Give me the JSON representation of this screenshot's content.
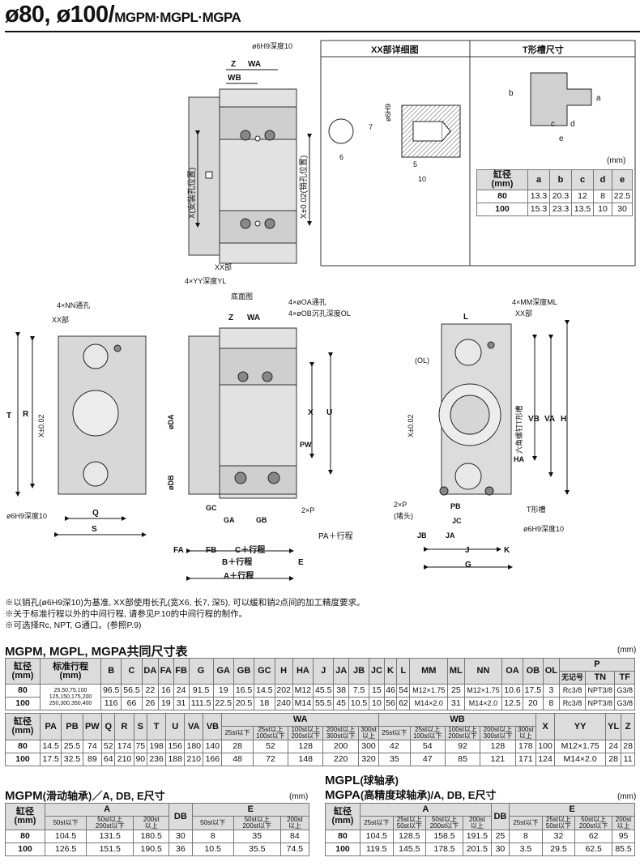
{
  "title": {
    "main": "ø80, ø100/",
    "sub": "MGPM·MGPL·MGPA"
  },
  "drawing": {
    "top_view": {
      "dim_z": "Z",
      "dim_wa": "WA",
      "dim_wb": "WB",
      "pin_hole": "ø6H9深度10",
      "x_mount": "X(安装孔位置)",
      "x_pin": "X±0.02(销孔位置)",
      "xx": "XX部",
      "yy": "4×YY深度YL",
      "caption": "底面图"
    },
    "detail": {
      "title": "XX部详细图",
      "d6h9": "ø6H9",
      "d7": "7",
      "d6": "6",
      "d5": "5",
      "d10": "10"
    },
    "tslot": {
      "title": "T形槽尺寸",
      "a": "a",
      "b": "b",
      "c": "c",
      "d": "d",
      "e": "e"
    },
    "left_view": {
      "nn": "4×NN通孔",
      "xx": "XX部",
      "t": "T",
      "r": "R",
      "x": "X±0.02",
      "q": "Q",
      "s": "S",
      "pin": "ø6H9深度10"
    },
    "front_view": {
      "z": "Z",
      "wa": "WA",
      "oa": "4×øOA通孔",
      "ob": "4×øOB沉孔深度OL",
      "da": "øDA",
      "db": "øDB",
      "x": "X",
      "u": "U",
      "pw": "PW",
      "gc": "GC",
      "ga": "GA",
      "gb": "GB",
      "p": "2×P",
      "pa": "PA＋行程",
      "fa": "FA",
      "fb": "FB",
      "c": "C＋行程",
      "b": "B＋行程",
      "e": "E",
      "a": "A＋行程"
    },
    "right_view": {
      "l": "L",
      "mm": "4×MM深度ML",
      "xx": "XX部",
      "ol": "(OL)",
      "x": "X±0.02",
      "vb": "VB",
      "va": "VA",
      "h": "H",
      "hex": "六角螺钉T形槽",
      "ha": "HA",
      "p": "2×P",
      "plug": "(堵头)",
      "pb": "PB",
      "jc": "JC",
      "jb": "JB",
      "ja": "JA",
      "j": "J",
      "k": "K",
      "g": "G",
      "tslot": "T形槽",
      "pin": "ø6H9深度10"
    }
  },
  "tslot_table": {
    "unit": "(mm)",
    "bore_label": "缸径",
    "bore_unit": "(mm)",
    "headers": [
      "a",
      "b",
      "c",
      "d",
      "e"
    ],
    "rows": [
      [
        "80",
        "13.3",
        "20.3",
        "12",
        "8",
        "22.5"
      ],
      [
        "100",
        "15.3",
        "23.3",
        "13.5",
        "10",
        "30"
      ]
    ]
  },
  "notes": [
    "※以销孔(ø6H9深10)为基准, XX部使用长孔(宽X6, 长7, 深5), 可以缓和销2点间的加工精度要求。",
    "※关于标准行程以外的中间行程, 请参见P.10的中间行程的制作。",
    "※可选择Rc, NPT, G通口。(参照P.9)"
  ],
  "common": {
    "title": "MGPM, MGPL, MGPA共同尺寸表",
    "unit": "(mm)",
    "bore_label": "缸径",
    "bore_unit": "(mm)",
    "std_label": "标准行程",
    "std_unit": "(mm)",
    "h1": [
      "B",
      "C",
      "DA",
      "FA",
      "FB",
      "G",
      "GA",
      "GB",
      "GC",
      "H",
      "HA",
      "J",
      "JA",
      "JB",
      "JC",
      "K",
      "L",
      "MM",
      "ML",
      "NN",
      "OA",
      "OB",
      "OL"
    ],
    "p_head": "P",
    "p_sub": [
      "无记号",
      "TN",
      "TF"
    ],
    "rows1": [
      {
        "bore": "80",
        "stroke": "25,50,75,100\n125,150,175,200\n250,300,350,400",
        "vals": [
          "96.5",
          "56.5",
          "22",
          "16",
          "24",
          "91.5",
          "19",
          "16.5",
          "14.5",
          "202",
          "M12",
          "45.5",
          "38",
          "7.5",
          "15",
          "46",
          "54",
          "M12×1.75",
          "25",
          "M12×1.75",
          "10.6",
          "17.5",
          "3"
        ],
        "p": [
          "Rc3/8",
          "NPT3/8",
          "G3/8"
        ]
      },
      {
        "bore": "100",
        "stroke": "",
        "vals": [
          "116",
          "66",
          "26",
          "19",
          "31",
          "111.5",
          "22.5",
          "20.5",
          "18",
          "240",
          "M14",
          "55.5",
          "45",
          "10.5",
          "10",
          "56",
          "62",
          "M14×2.0",
          "31",
          "M14×2.0",
          "12.5",
          "20",
          "8"
        ],
        "p": [
          "Rc3/8",
          "NPT3/8",
          "G3/8"
        ]
      }
    ],
    "h2": [
      "PA",
      "PB",
      "PW",
      "Q",
      "R",
      "S",
      "T",
      "U",
      "VA",
      "VB"
    ],
    "wa_head": "WA",
    "wb_head": "WB",
    "wa_sub": [
      "25st以下",
      "25st以上\n100st以下",
      "100st以上\n200st以下",
      "200st以上\n300st以下",
      "300st\n以上"
    ],
    "wb_sub": [
      "25st以下",
      "25st以上\n100st以下",
      "100st以上\n200st以下",
      "200st以上\n300st以下",
      "300st\n以上"
    ],
    "h2b": [
      "X",
      "YY",
      "YL",
      "Z"
    ],
    "rows2": [
      {
        "bore": "80",
        "vals": [
          "14.5",
          "25.5",
          "74",
          "52",
          "174",
          "75",
          "198",
          "156",
          "180",
          "140"
        ],
        "wa": [
          "28",
          "52",
          "128",
          "200",
          "300"
        ],
        "wb": [
          "42",
          "54",
          "92",
          "128",
          "178"
        ],
        "tail": [
          "100",
          "M12×1.75",
          "24",
          "28"
        ]
      },
      {
        "bore": "100",
        "vals": [
          "17.5",
          "32.5",
          "89",
          "64",
          "210",
          "90",
          "236",
          "188",
          "210",
          "166"
        ],
        "wa": [
          "48",
          "72",
          "148",
          "220",
          "320"
        ],
        "wb": [
          "35",
          "47",
          "85",
          "121",
          "171"
        ],
        "tail": [
          "124",
          "M14×2.0",
          "28",
          "11"
        ]
      }
    ]
  },
  "mgpm": {
    "title": "MGPM",
    "title2": "(滑动轴承)／A, DB, E尺寸",
    "unit": "(mm)",
    "bore_label": "缸径",
    "bore_unit": "(mm)",
    "a_head": "A",
    "db_head": "DB",
    "e_head": "E",
    "a_sub": [
      "50st以下",
      "50st以上\n200st以下",
      "200st\n以上"
    ],
    "e_sub": [
      "50st以下",
      "50st以上\n200st以下",
      "200st\n以上"
    ],
    "rows": [
      [
        "80",
        "104.5",
        "131.5",
        "180.5",
        "30",
        "8",
        "35",
        "84"
      ],
      [
        "100",
        "126.5",
        "151.5",
        "190.5",
        "36",
        "10.5",
        "35.5",
        "74.5"
      ]
    ]
  },
  "mgpl": {
    "title_a": "MGPL",
    "title_a2": "(球轴承)",
    "title_b": "MGPA",
    "title_b2": "(高精度球轴承)/A, DB, E尺寸",
    "unit": "(mm)",
    "bore_label": "缸径",
    "bore_unit": "(mm)",
    "a_head": "A",
    "db_head": "DB",
    "e_head": "E",
    "a_sub": [
      "25st以下",
      "25st以上\n50st以下",
      "50st以上\n200st以下",
      "200st\n以上"
    ],
    "e_sub": [
      "25st以下",
      "25st以上\n50st以下",
      "50st以上\n200st以下",
      "200st\n以上"
    ],
    "rows": [
      [
        "80",
        "104.5",
        "128.5",
        "158.5",
        "191.5",
        "25",
        "8",
        "32",
        "62",
        "95"
      ],
      [
        "100",
        "119.5",
        "145.5",
        "178.5",
        "201.5",
        "30",
        "3.5",
        "29.5",
        "62.5",
        "85.5"
      ]
    ]
  }
}
